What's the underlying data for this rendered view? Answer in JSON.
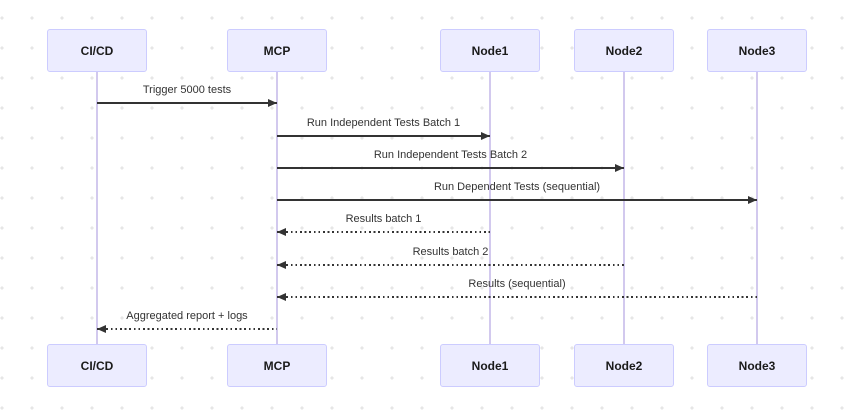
{
  "diagram": {
    "type": "sequence-diagram",
    "actors": [
      {
        "id": "cicd",
        "label": "CI/CD"
      },
      {
        "id": "mcp",
        "label": "MCP"
      },
      {
        "id": "node1",
        "label": "Node1"
      },
      {
        "id": "node2",
        "label": "Node2"
      },
      {
        "id": "node3",
        "label": "Node3"
      }
    ],
    "messages": [
      {
        "from": "CI/CD",
        "to": "MCP",
        "label": "Trigger 5000 tests",
        "line": "solid",
        "direction": "right"
      },
      {
        "from": "MCP",
        "to": "Node1",
        "label": "Run Independent Tests Batch 1",
        "line": "solid",
        "direction": "right"
      },
      {
        "from": "MCP",
        "to": "Node2",
        "label": "Run Independent Tests Batch 2",
        "line": "solid",
        "direction": "right"
      },
      {
        "from": "MCP",
        "to": "Node3",
        "label": "Run Dependent Tests (sequential)",
        "line": "solid",
        "direction": "right"
      },
      {
        "from": "Node1",
        "to": "MCP",
        "label": "Results batch 1",
        "line": "dotted",
        "direction": "left"
      },
      {
        "from": "Node2",
        "to": "MCP",
        "label": "Results batch 2",
        "line": "dotted",
        "direction": "left"
      },
      {
        "from": "Node3",
        "to": "MCP",
        "label": "Results (sequential)",
        "line": "dotted",
        "direction": "left"
      },
      {
        "from": "MCP",
        "to": "CI/CD",
        "label": "Aggregated report + logs",
        "line": "dotted",
        "direction": "left"
      }
    ],
    "colors": {
      "actor_fill": "#ECECFF",
      "actor_border": "#CCCCFF",
      "lifeline": "#D2C9EE",
      "message": "#333333",
      "dot": "#e6e6e6",
      "canvas_bg": "#ffffff"
    }
  }
}
